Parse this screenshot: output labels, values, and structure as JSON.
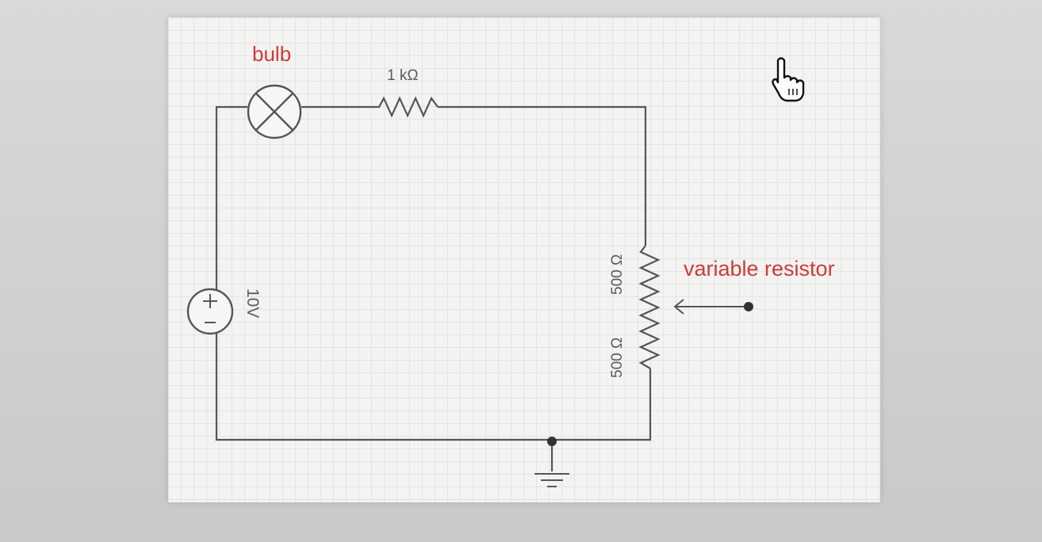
{
  "diagram": {
    "labels": {
      "bulb": "bulb",
      "fixed_resistor": "1 kΩ",
      "top_resistor": "500 Ω",
      "bottom_resistor": "500 Ω",
      "variable_resistor": "variable resistor",
      "source_voltage": "10V"
    },
    "colors": {
      "wire": "#555555",
      "annotation": "#cc3b3b",
      "component_text": "#5c5c5c"
    },
    "icons": [
      "bulb-icon",
      "resistor-icon",
      "voltage-source-icon",
      "ground-icon",
      "arrow-icon",
      "hand-cursor-icon"
    ]
  }
}
